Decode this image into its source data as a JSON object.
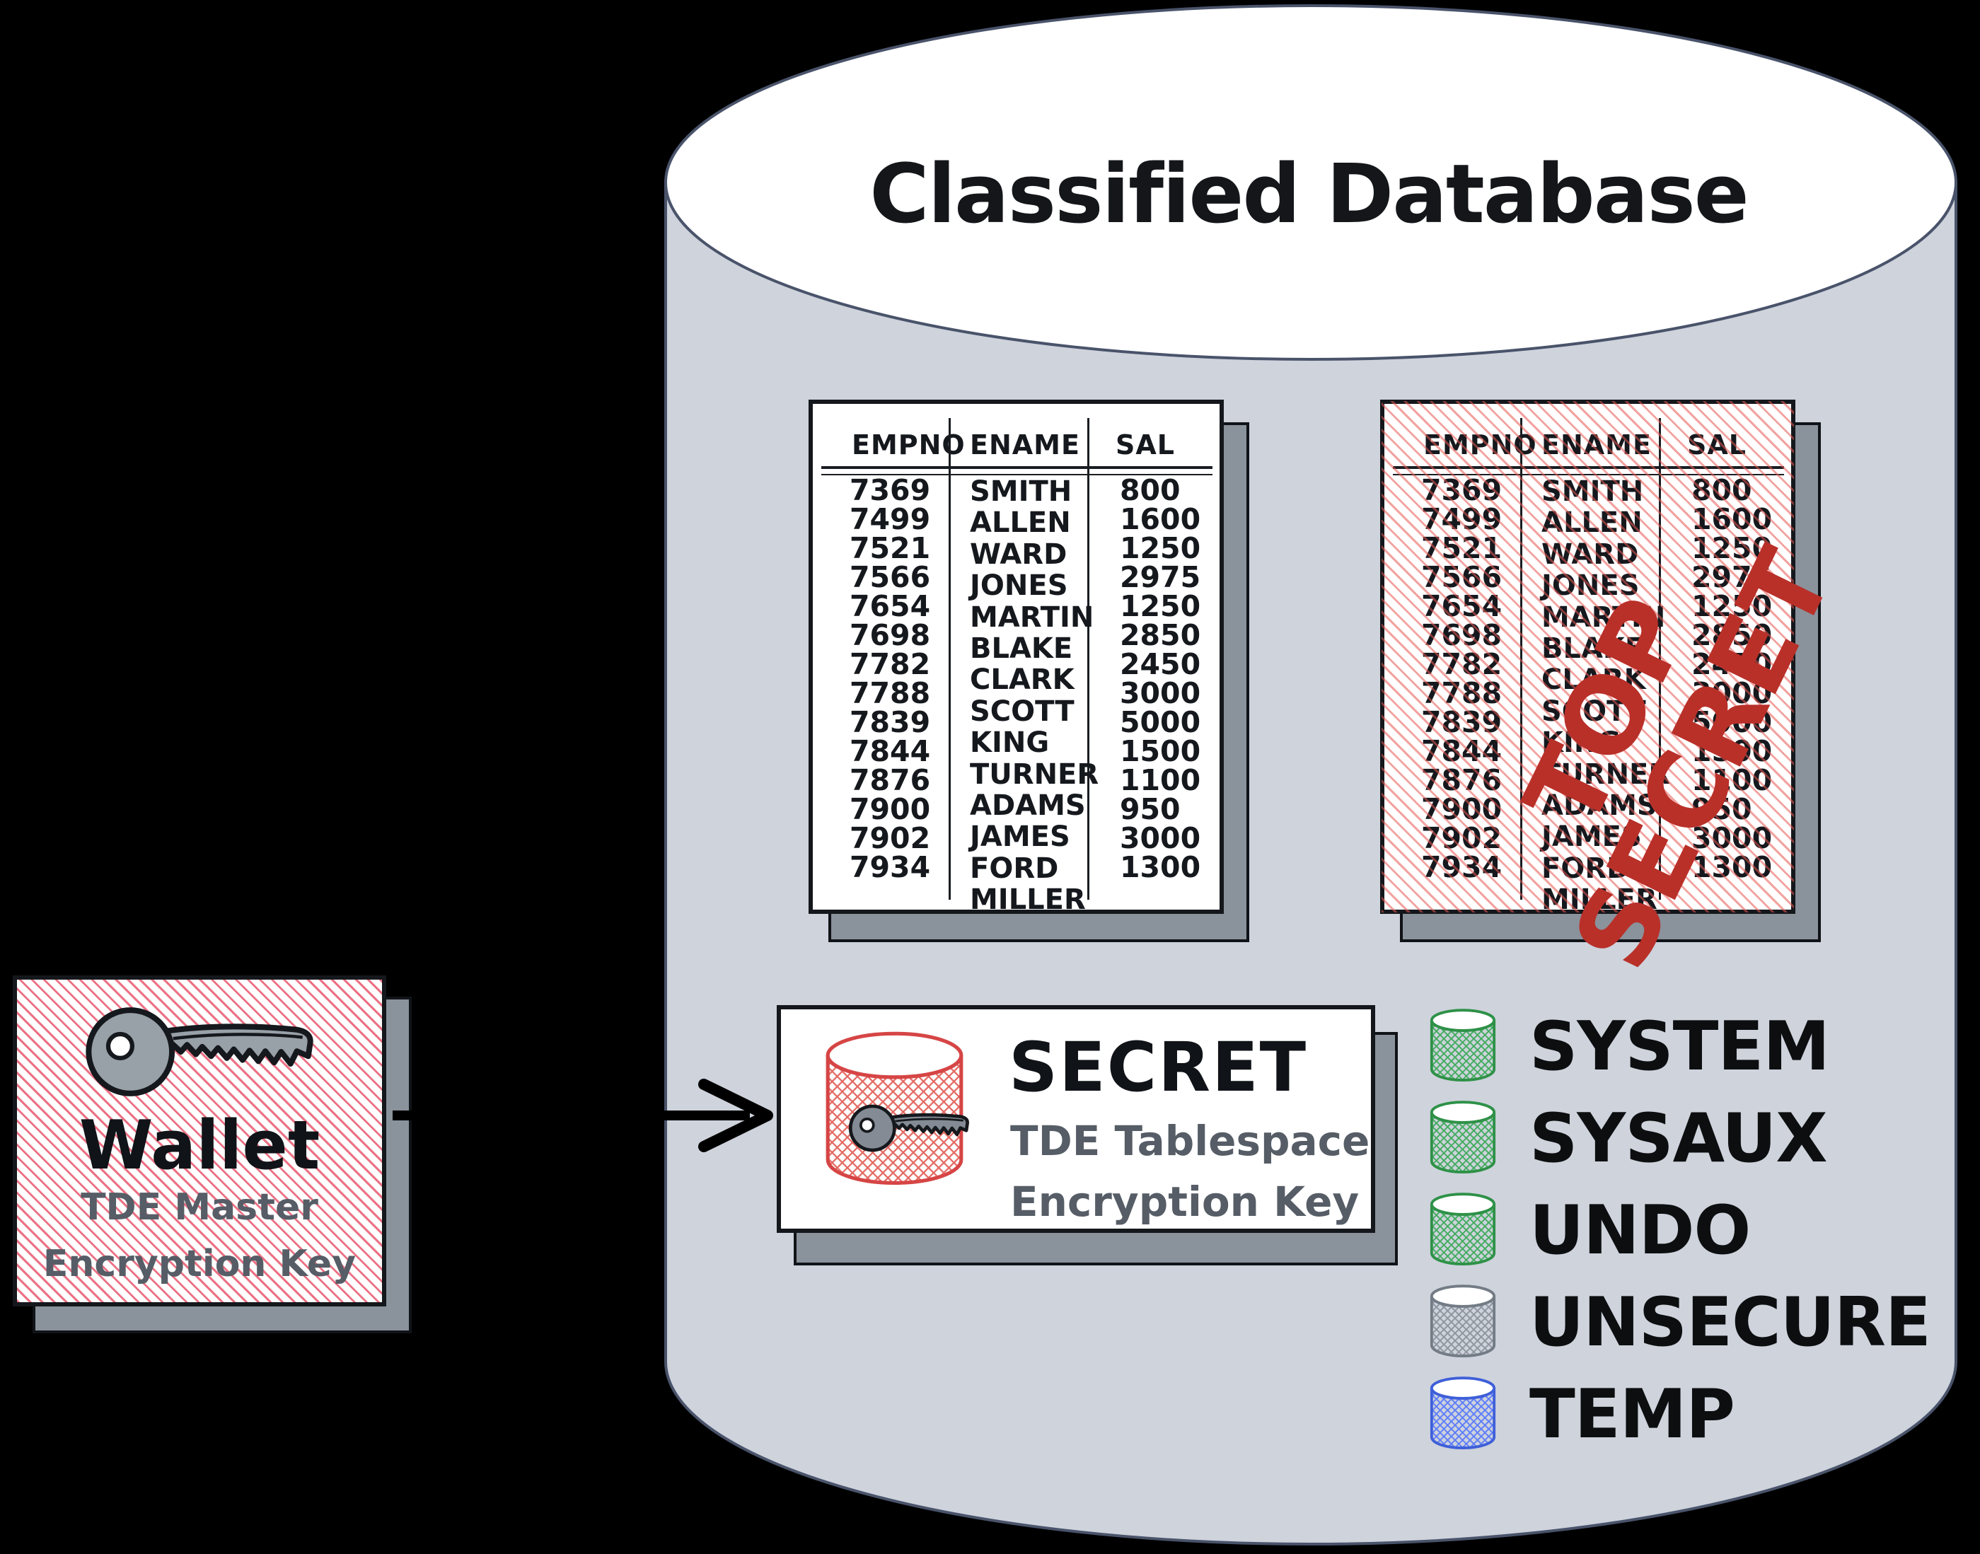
{
  "diagram": {
    "title": "Classified Database",
    "stamp": "TOP SECRET",
    "wallet": {
      "title": "Wallet",
      "subtitle_line1": "TDE Master",
      "subtitle_line2": "Encryption Key"
    },
    "secret": {
      "title": "SECRET",
      "subtitle_line1": "TDE Tablespace",
      "subtitle_line2": "Encryption Key"
    },
    "tables": {
      "columns": [
        "EMPNO",
        "ENAME",
        "SAL"
      ],
      "empno": [
        "7369",
        "7499",
        "7521",
        "7566",
        "7654",
        "7698",
        "7782",
        "7788",
        "7839",
        "7844",
        "7876",
        "7900",
        "7902",
        "7934"
      ],
      "ename": [
        "SMITH",
        "ALLEN",
        "WARD",
        "JONES",
        "MARTIN",
        "BLAKE",
        "CLARK",
        "SCOTT",
        "KING",
        "TURNER",
        "ADAMS",
        "JAMES",
        "FORD",
        "MILLER"
      ],
      "sal": [
        "800",
        "1600",
        "1250",
        "2975",
        "1250",
        "2850",
        "2450",
        "3000",
        "5000",
        "1500",
        "1100",
        "950",
        "3000",
        "1300"
      ]
    },
    "tablespaces": [
      {
        "name": "SYSTEM",
        "color": "green"
      },
      {
        "name": "SYSAUX",
        "color": "green"
      },
      {
        "name": "UNDO",
        "color": "green"
      },
      {
        "name": "UNSECURE",
        "color": "gray"
      },
      {
        "name": "TEMP",
        "color": "blue"
      }
    ]
  },
  "colors": {
    "background": "#000000",
    "cylinder_fill": "#ced3dc",
    "cylinder_stroke": "#49536a",
    "paper": "#ffffff",
    "ink": "#15181d",
    "shadow_gray": "#8a929c",
    "table_hatch_red": "#e75852",
    "wallet_hatch_pink": "#e4425c",
    "stamp_red": "#b93029",
    "subtitle_gray": "#565d66",
    "tablespace_green": "#2e9147",
    "tablespace_gray": "#737b85",
    "tablespace_blue": "#3f5fd9",
    "key_gray": "#98a0a8"
  }
}
